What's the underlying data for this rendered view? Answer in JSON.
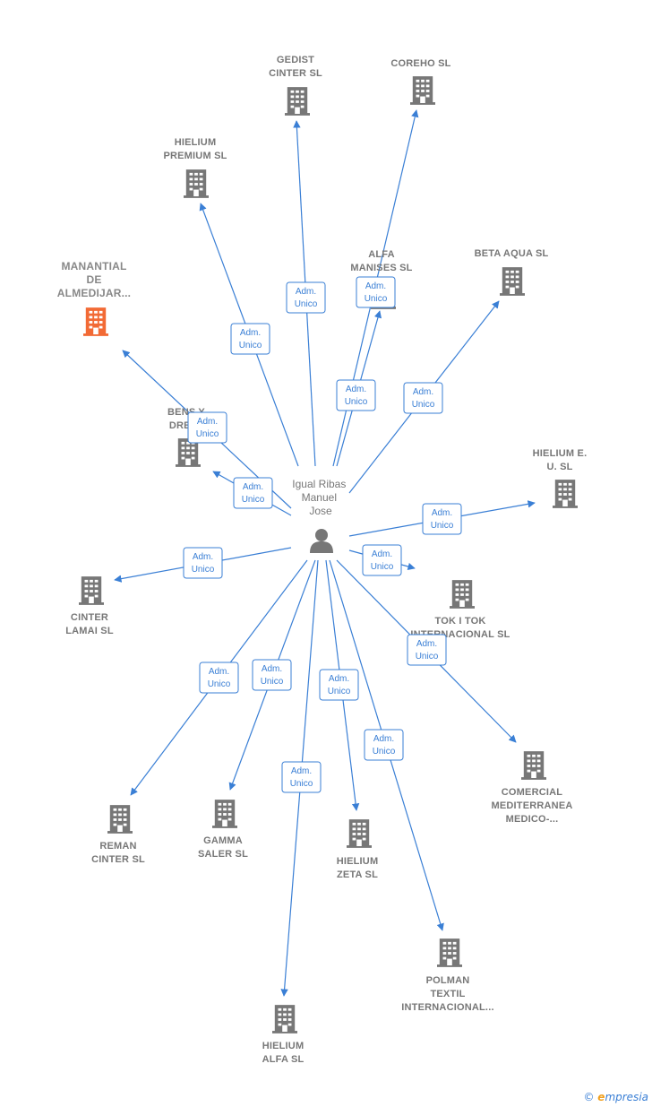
{
  "center": {
    "label_lines": [
      "Igual Ribas",
      "Manuel",
      "Jose"
    ],
    "icon": "person-icon"
  },
  "colors": {
    "edge": "#3a7fd5",
    "building": "#777777",
    "highlight": "#f26a35",
    "text": "#777777"
  },
  "edge_label": [
    "Adm.",
    "Unico"
  ],
  "nodes": [
    {
      "id": "gedist",
      "label_lines": [
        "GEDIST",
        "CINTER  SL"
      ],
      "icon": "building-icon"
    },
    {
      "id": "coreho",
      "label_lines": [
        "COREHO  SL"
      ],
      "icon": "building-icon"
    },
    {
      "id": "hielium-premium",
      "label_lines": [
        "HIELIUM",
        "PREMIUM  SL"
      ],
      "icon": "building-icon"
    },
    {
      "id": "alfa-manises",
      "label_lines": [
        "ALFA",
        "MANISES  SL"
      ],
      "icon": "building-icon"
    },
    {
      "id": "beta-aqua",
      "label_lines": [
        "BETA AQUA  SL"
      ],
      "icon": "building-icon"
    },
    {
      "id": "manantial",
      "label_lines": [
        "MANANTIAL",
        "DE",
        "ALMEDIJAR..."
      ],
      "icon": "building-icon",
      "highlight": true
    },
    {
      "id": "bens-drets",
      "label_lines": [
        "BENS Y",
        "DRETS"
      ],
      "icon": "building-icon"
    },
    {
      "id": "hielium-eu",
      "label_lines": [
        "HIELIUM E.",
        "U.  SL"
      ],
      "icon": "building-icon"
    },
    {
      "id": "cinter-lamai",
      "label_lines": [
        "CINTER",
        "LAMAI  SL"
      ],
      "icon": "building-icon"
    },
    {
      "id": "tok-i-tok",
      "label_lines": [
        "TOK I TOK",
        "INTERNACIONAL SL"
      ],
      "icon": "building-icon"
    },
    {
      "id": "comercial",
      "label_lines": [
        "COMERCIAL",
        "MEDITERRANEA",
        "MEDICO-..."
      ],
      "icon": "building-icon"
    },
    {
      "id": "reman-cinter",
      "label_lines": [
        "REMAN",
        "CINTER  SL"
      ],
      "icon": "building-icon"
    },
    {
      "id": "gamma-saler",
      "label_lines": [
        "GAMMA",
        "SALER  SL"
      ],
      "icon": "building-icon"
    },
    {
      "id": "hielium-zeta",
      "label_lines": [
        "HIELIUM",
        "ZETA  SL"
      ],
      "icon": "building-icon"
    },
    {
      "id": "polman",
      "label_lines": [
        "POLMAN",
        "TEXTIL",
        "INTERNACIONAL..."
      ],
      "icon": "building-icon"
    },
    {
      "id": "hielium-alfa",
      "label_lines": [
        "HIELIUM",
        "ALFA  SL"
      ],
      "icon": "building-icon"
    }
  ],
  "footer": {
    "copyright": "©",
    "brand_first": "e",
    "brand_rest": "mpresia"
  }
}
